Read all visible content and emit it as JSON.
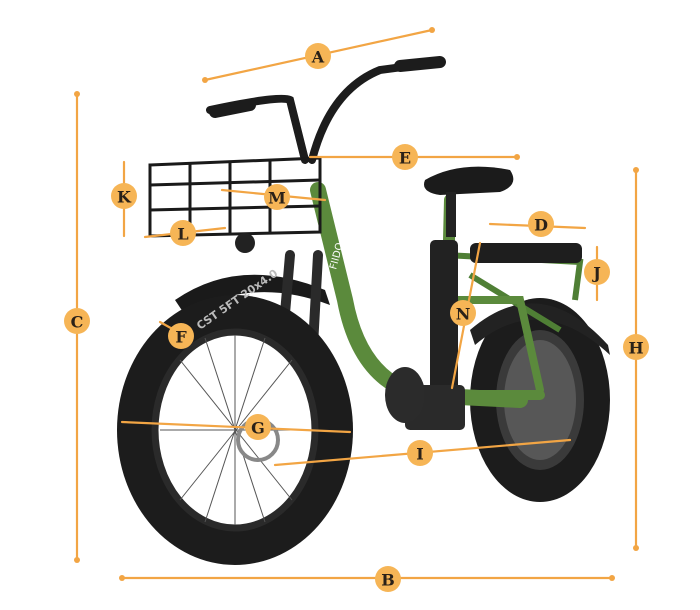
{
  "colors": {
    "accent": "#f2a544",
    "badge": "#f6b556",
    "frame": "#5b8a3c",
    "tire": "#1c1c1c"
  },
  "tire_text": "CST 5FT 20x4.0",
  "frame_brand": "FIIDO",
  "labels": {
    "A": "A",
    "B": "B",
    "C": "C",
    "D": "D",
    "E": "E",
    "F": "F",
    "G": "G",
    "H": "H",
    "I": "I",
    "J": "J",
    "K": "K",
    "L": "L",
    "M": "M",
    "N": "N"
  }
}
